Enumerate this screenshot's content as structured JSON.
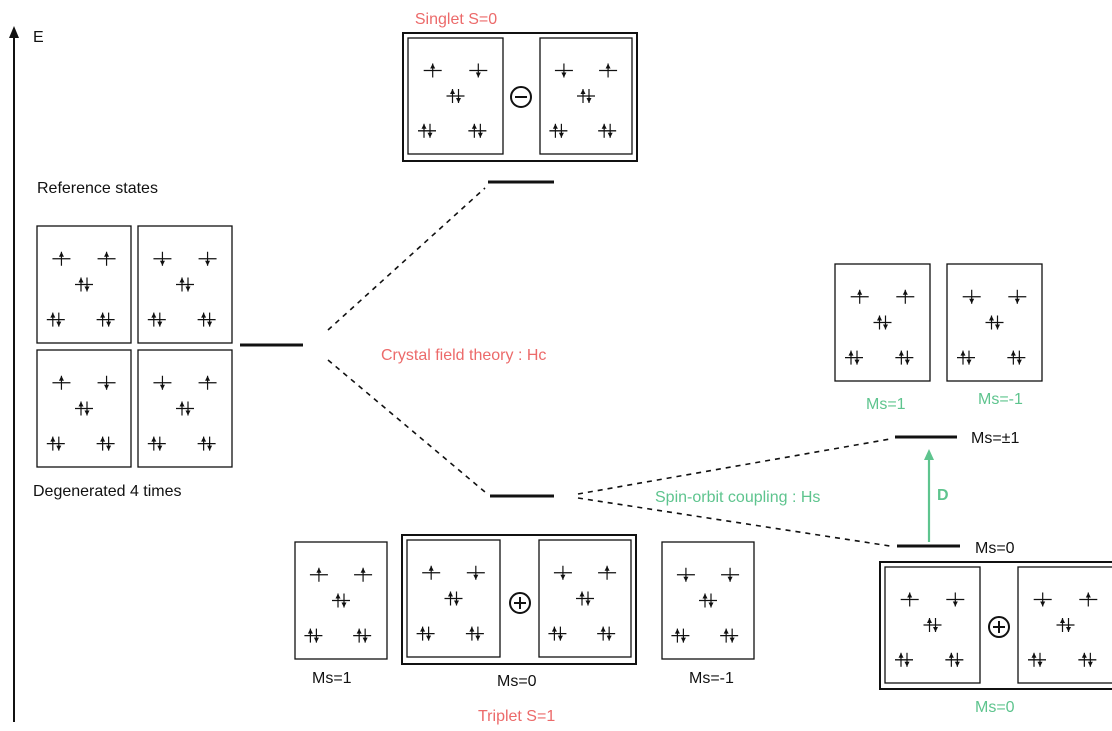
{
  "axis": {
    "label": "E"
  },
  "labels": {
    "singlet": "Singlet S=0",
    "reference_states": "Reference states",
    "degenerated": "Degenerated 4 times",
    "crystal_field": "Crystal field theory : Hc",
    "spin_orbit": "Spin-orbit coupling : Hs",
    "d_label": "D",
    "ms_pm1": "Ms=±1",
    "ms0_level": "Ms=0",
    "right_ms1": "Ms=1",
    "right_ms_minus1": "Ms=-1",
    "right_ms0": "Ms=0",
    "bottom_ms1": "Ms=1",
    "bottom_ms0": "Ms=0",
    "bottom_ms_minus1": "Ms=-1",
    "triplet": "Triplet S=1"
  },
  "operators": {
    "minus": "−",
    "plus": "+"
  },
  "colors": {
    "red": "#ec6a6a",
    "green": "#5ec48e",
    "black": "#111111"
  },
  "configurations": {
    "up_up": [
      "up",
      "up"
    ],
    "down_down": [
      "down",
      "down"
    ],
    "up_down": [
      "up",
      "down"
    ],
    "down_up": [
      "down",
      "up"
    ]
  }
}
